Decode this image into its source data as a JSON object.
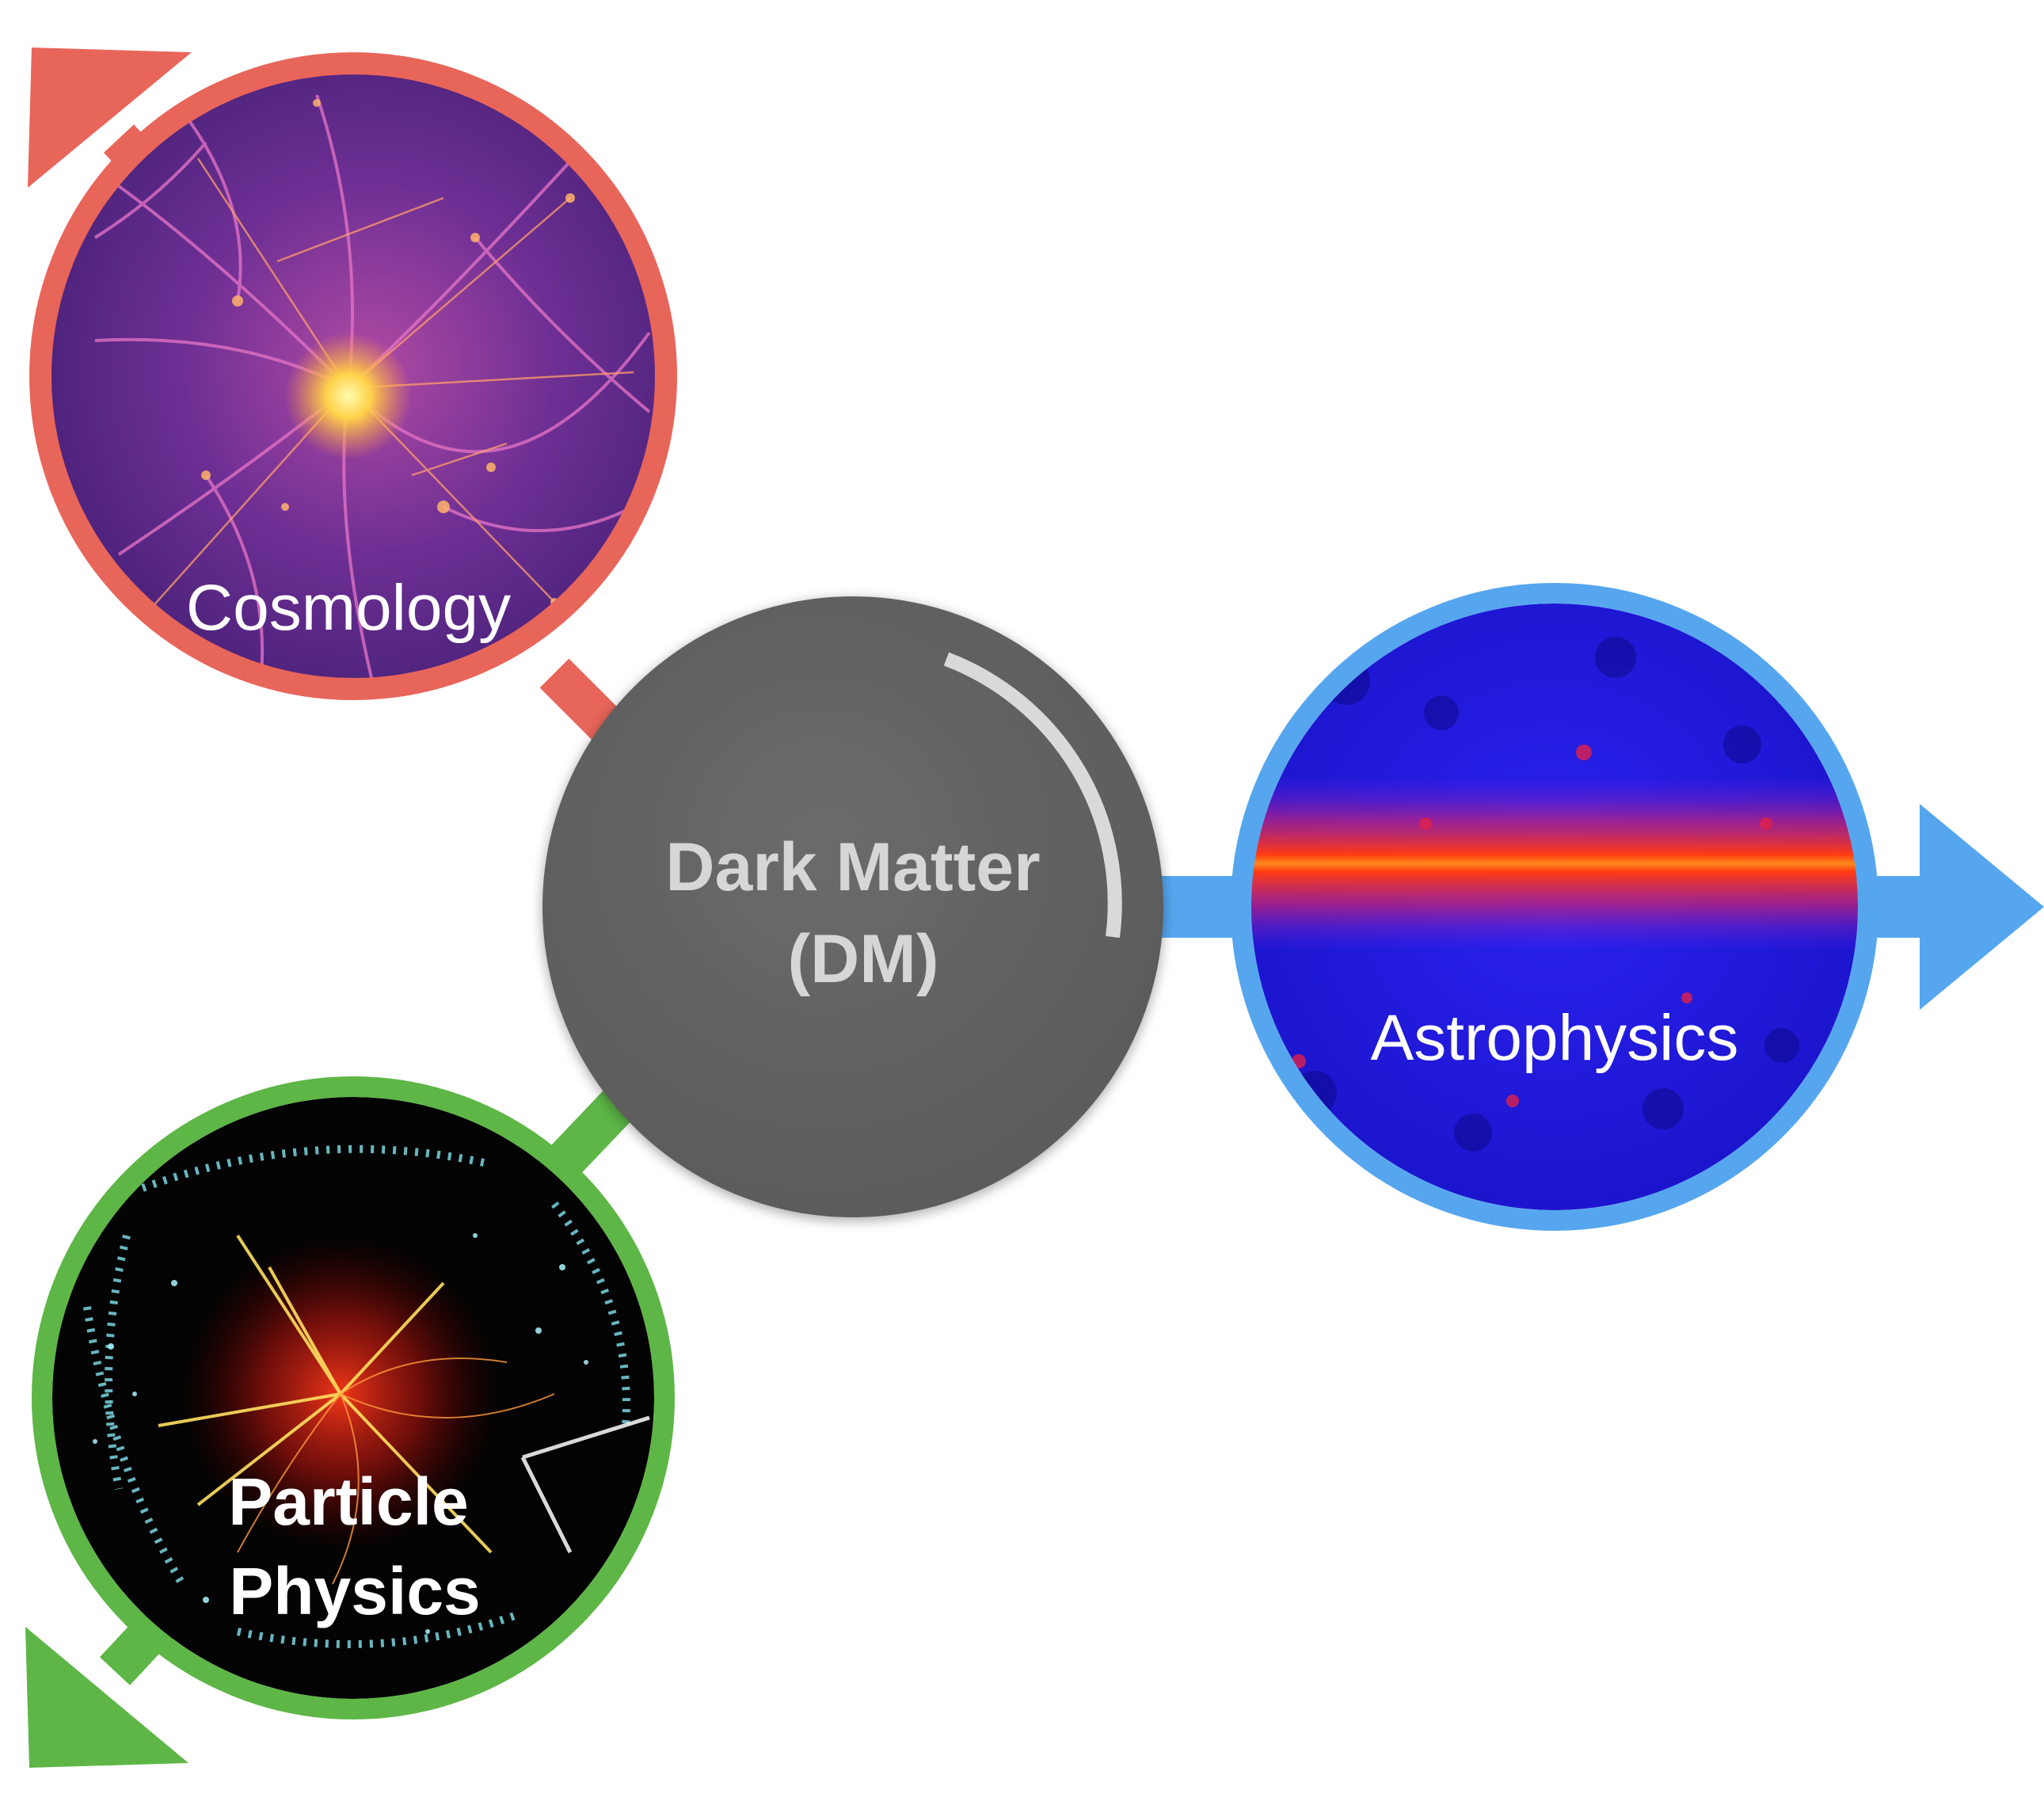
{
  "center": {
    "line1": "Dark Matter",
    "line2": "(DM)",
    "fill_color": "#646464",
    "text_color": "#d6d6d6"
  },
  "nodes": {
    "cosmology": {
      "label": "Cosmology",
      "ring_color": "#e8655a",
      "image": "cosmic-web-simulation"
    },
    "astrophysics": {
      "label": "Astrophysics",
      "ring_color": "#56a6ef",
      "image": "galactic-plane-gamma-ray-map"
    },
    "particle": {
      "line1": "Particle",
      "line2": "Physics",
      "ring_color": "#5db646",
      "image": "particle-collision-event-display"
    }
  }
}
